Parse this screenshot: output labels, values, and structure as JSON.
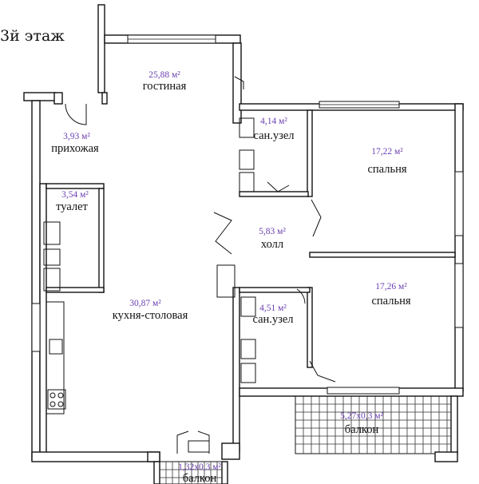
{
  "floor": {
    "label": "3й этаж"
  },
  "rooms": {
    "living": {
      "area": "25,88 м²",
      "name": "гостиная"
    },
    "hallway": {
      "area": "3,93 м²",
      "name": "прихожая"
    },
    "toilet": {
      "area": "3,54 м²",
      "name": "туалет"
    },
    "kitchen": {
      "area": "30,87 м²",
      "name": "кухня-столовая"
    },
    "bath1": {
      "area": "4,14 м²",
      "name": "сан.узел"
    },
    "hall": {
      "area": "5,83 м²",
      "name": "холл"
    },
    "bath2": {
      "area": "4,51 м²",
      "name": "сан.узел"
    },
    "bedroom1": {
      "area": "17,22 м²",
      "name": "спальня"
    },
    "bedroom2": {
      "area": "17,26 м²",
      "name": "спальня"
    },
    "balcony_right": {
      "area": "5,27х0,3 м²",
      "name": "балкон"
    },
    "balcony_left": {
      "area": "1,32х0,3 м²",
      "name": "балкон"
    }
  },
  "colors": {
    "area_text": "#6a3fb0",
    "wall": "#111111"
  }
}
